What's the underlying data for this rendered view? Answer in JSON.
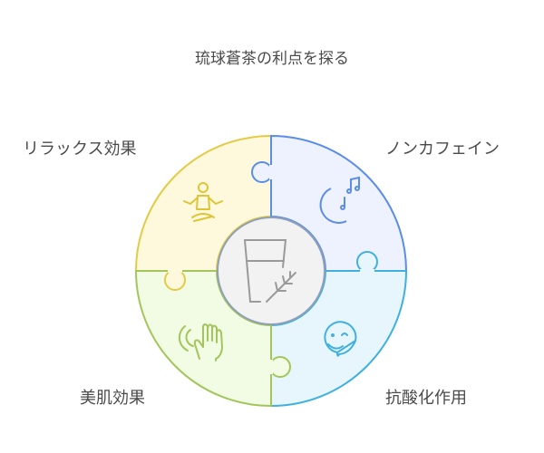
{
  "title": "琉球蒼茶の利点を探る",
  "segments": [
    {
      "label": "リラックス効果",
      "icon": "meditation-icon",
      "fill": "#fef9dc",
      "stroke": "#e3cb45"
    },
    {
      "label": "ノンカフェイン",
      "icon": "moon-music-icon",
      "fill": "#edf2fe",
      "stroke": "#5a8de6"
    },
    {
      "label": "抗酸化作用",
      "icon": "smiley-sticker-icon",
      "fill": "#e7f6fd",
      "stroke": "#3fb0df"
    },
    {
      "label": "美肌効果",
      "icon": "hand-touch-icon",
      "fill": "#f2fbe4",
      "stroke": "#a2c65a"
    }
  ],
  "center": {
    "icon": "tea-glass-icon",
    "fill": "#f2f2f2",
    "stroke": "#9a9a9a"
  }
}
